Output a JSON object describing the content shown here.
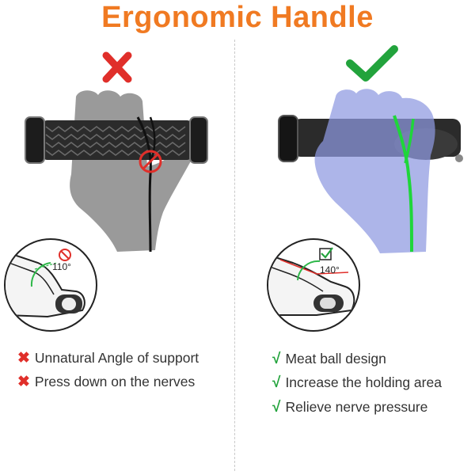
{
  "title": "Ergonomic Handle",
  "colors": {
    "title": "#f07a22",
    "bad": "#e02f2a",
    "good": "#22a33c",
    "nerve_good": "#1fd63a",
    "hand_bad": "#9a9a9a",
    "hand_good": "#8e98e0"
  },
  "left": {
    "verdict_icon": "cross-icon",
    "angle": "110°",
    "items": [
      {
        "icon": "cross-icon",
        "text": "Unnatural Angle of support"
      },
      {
        "icon": "cross-icon",
        "text": "Press down on the nerves"
      }
    ]
  },
  "right": {
    "verdict_icon": "checkmark-icon",
    "angle": "140°",
    "items": [
      {
        "icon": "check-icon",
        "text": "Meat ball design"
      },
      {
        "icon": "check-icon",
        "text": "Increase the holding area"
      },
      {
        "icon": "check-icon",
        "text": "Relieve nerve pressure"
      }
    ]
  }
}
